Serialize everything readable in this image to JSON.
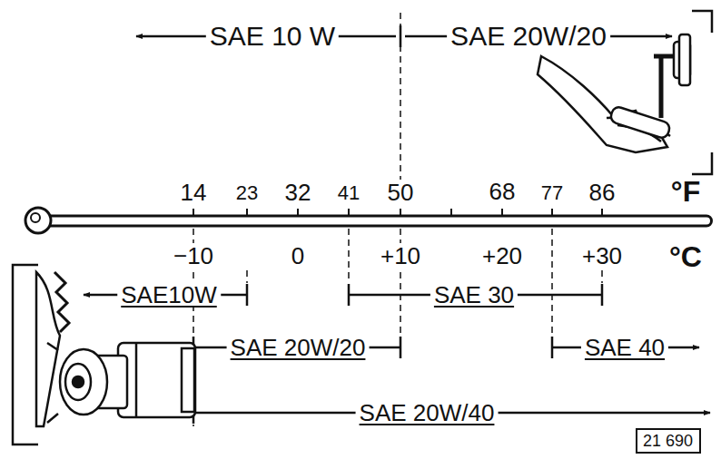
{
  "diagram": {
    "nodes": [
      {
        "text": [
          "21 690"
        ]
      }
    ],
    "labels": [
      "SAE 10 W",
      "SAE 20W/20",
      "14",
      "23",
      "32",
      "41",
      "50",
      "68",
      "77",
      "86",
      "°F",
      "−10",
      "0",
      "+10",
      "+20",
      "+30",
      "°C",
      "SAE10W",
      "SAE 30",
      "SAE 20W/20",
      "SAE 40",
      "SAE 20W/40"
    ]
  }
}
